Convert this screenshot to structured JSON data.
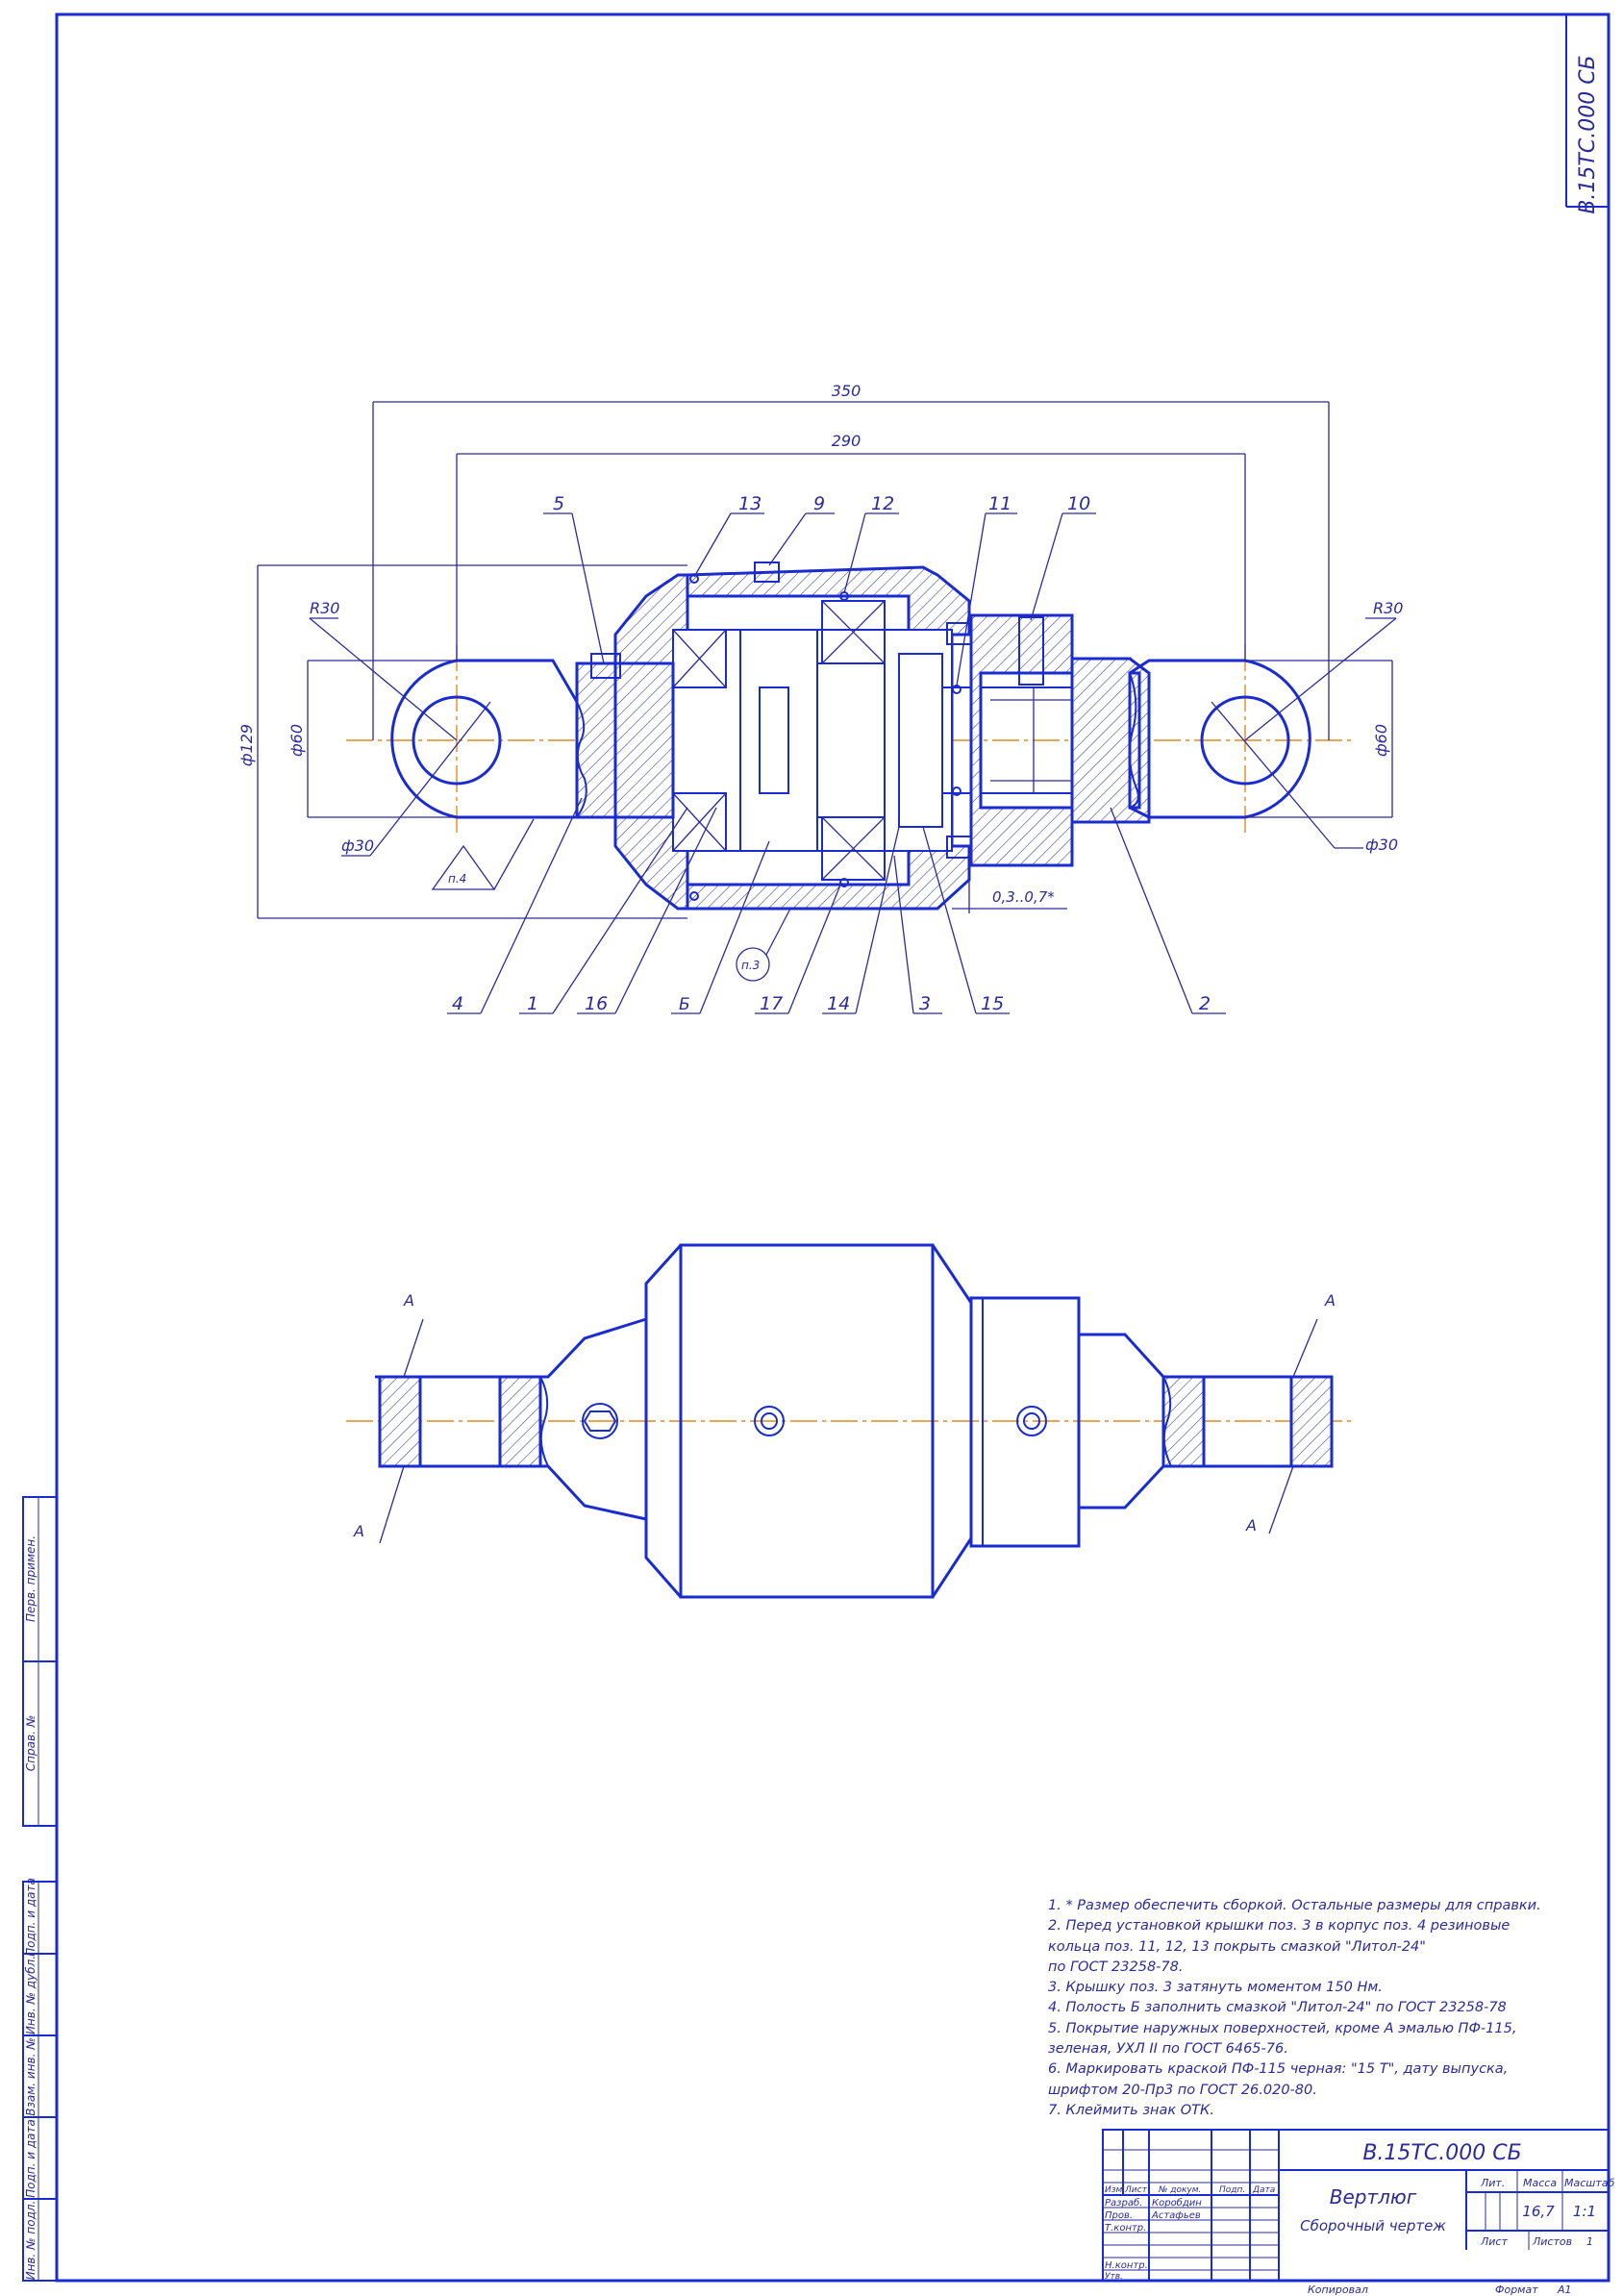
{
  "drawing": {
    "designation": "В.15ТС.000 СБ",
    "designation_rotated": "В.15ТС.000 СБ",
    "name": "Вертлюг",
    "doc_type": "Сборочный чертеж"
  },
  "dimensions": {
    "d350": "350",
    "d290": "290",
    "r30_left": "R30",
    "r30_right": "R30",
    "d129": "ф129",
    "d60_left": "ф60",
    "d60_right": "ф60",
    "d30_left": "ф30",
    "d30_right": "ф30",
    "gap": "0,3..0,7*"
  },
  "references": {
    "note4": "п.4",
    "note3": "п.3",
    "section_a": "А"
  },
  "positions": {
    "top": [
      "5",
      "13",
      "9",
      "12",
      "11",
      "10"
    ],
    "bottom": [
      "4",
      "1",
      "16",
      "Б",
      "17",
      "14",
      "3",
      "15",
      "2"
    ]
  },
  "notes": [
    "1. * Размер обеспечить сборкой. Остальные размеры для справки.",
    "2. Перед установкой крышки поз. 3 в корпус поз. 4 резиновые",
    "кольца поз. 11, 12, 13 покрыть смазкой \"Литол-24\"",
    "по ГОСТ 23258-78.",
    "3. Крышку поз. 3 затянуть моментом 150 Нм.",
    "4. Полость Б заполнить смазкой \"Литол-24\" по ГОСТ 23258-78",
    "5. Покрытие наружных поверхностей, кроме А эмалью ПФ-115,",
    "зеленая, УХЛ II по ГОСТ 6465-76.",
    "6. Маркировать краской ПФ-115 черная: \"15 Т\", дату выпуска,",
    "шрифтом 20-Пр3 по ГОСТ 26.020-80.",
    "7. Клеймить знак ОТК."
  ],
  "title_block": {
    "col_izm": "Изм.",
    "col_list": "Лист",
    "col_doc": "№ докум.",
    "col_podp": "Подп.",
    "col_data": "Дата",
    "razrab_label": "Разраб.",
    "razrab_name": "Коробдин",
    "prov_label": "Пров.",
    "prov_name": "Астафьев",
    "tkontr_label": "Т.контр.",
    "nkontr_label": "Н.контр.",
    "utv_label": "Утв.",
    "lit_label": "Лит.",
    "massa_label": "Масса",
    "masshtab_label": "Масштаб",
    "massa": "16,7",
    "masshtab": "1:1",
    "sheet_label": "Лист",
    "sheets_label": "Листов",
    "sheets": "1",
    "copied": "Копировал",
    "format_label": "Формат",
    "format": "А1"
  },
  "side_stamps": {
    "perv_primen": "Перв. примен.",
    "sprav_no": "Справ. №",
    "podp_data_1": "Подп. и дата",
    "inv_dubl": "Инв. № дубл.",
    "vzam_inv": "Взам. инв. №",
    "podp_data_2": "Подп. и дата",
    "inv_podl": "Инв. № подл."
  }
}
